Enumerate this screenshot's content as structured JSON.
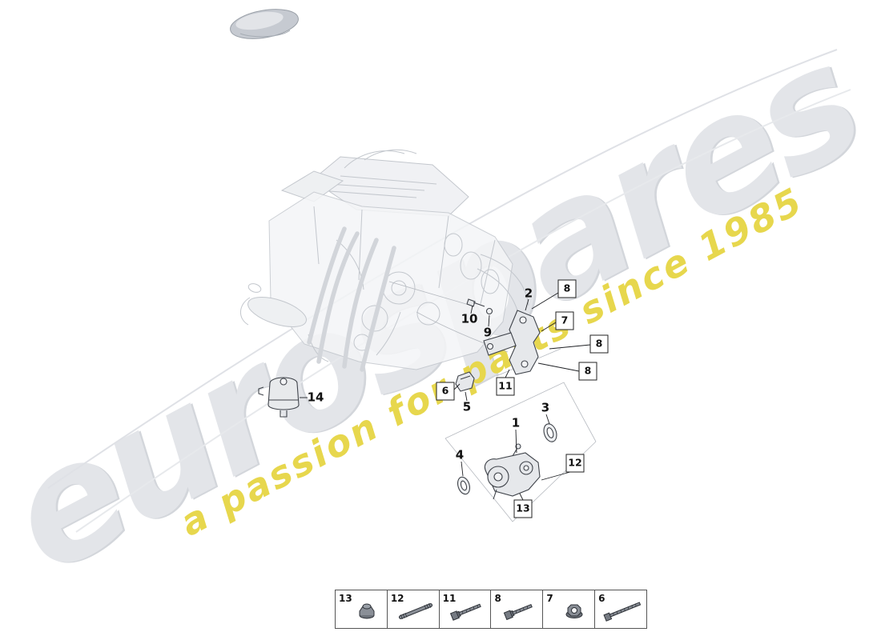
{
  "watermark": {
    "brand": "eurospares",
    "tagline": "a passion for parts since 1985"
  },
  "callouts": {
    "plain": [
      {
        "label": "2"
      },
      {
        "label": "10"
      },
      {
        "label": "9"
      },
      {
        "label": "5"
      },
      {
        "label": "14"
      },
      {
        "label": "1"
      },
      {
        "label": "3"
      },
      {
        "label": "4"
      }
    ],
    "boxed": [
      {
        "label": "8"
      },
      {
        "label": "7"
      },
      {
        "label": "8"
      },
      {
        "label": "8"
      },
      {
        "label": "6"
      },
      {
        "label": "11"
      },
      {
        "label": "12"
      },
      {
        "label": "13"
      }
    ]
  },
  "legend": {
    "items": [
      {
        "number": "13",
        "icon": "dome-nut-icon"
      },
      {
        "number": "12",
        "icon": "stud-icon"
      },
      {
        "number": "11",
        "icon": "flange-bolt-icon"
      },
      {
        "number": "8",
        "icon": "flange-bolt-icon"
      },
      {
        "number": "7",
        "icon": "flange-nut-icon"
      },
      {
        "number": "6",
        "icon": "long-bolt-icon"
      }
    ]
  },
  "colors": {
    "watermark_gray": "#e3e5e9",
    "watermark_yellow": "#e7d74d",
    "ghost_line": "#c3c7cd",
    "part_line": "#3f434a",
    "callout_text": "#111111"
  }
}
